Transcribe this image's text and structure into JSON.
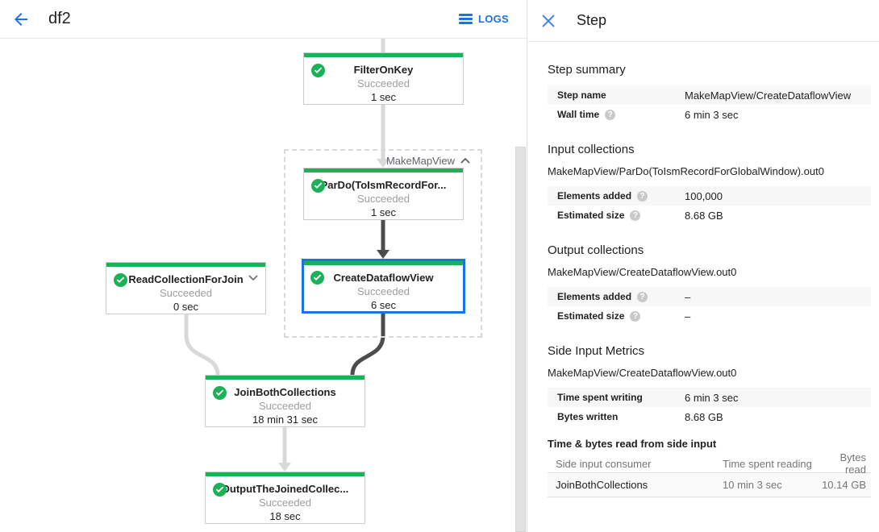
{
  "topbar": {
    "title": "df2",
    "logs_label": "LOGS"
  },
  "panel": {
    "title": "Step",
    "step_summary": {
      "heading": "Step summary",
      "rows": [
        {
          "label": "Step name",
          "value": "MakeMapView/CreateDataflowView"
        },
        {
          "label": "Wall time",
          "value": "6 min 3 sec"
        }
      ]
    },
    "input_collections": {
      "heading": "Input collections",
      "collection": "MakeMapView/ParDo(ToIsmRecordForGlobalWindow).out0",
      "rows": [
        {
          "label": "Elements added",
          "value": "100,000"
        },
        {
          "label": "Estimated size",
          "value": "8.68 GB"
        }
      ]
    },
    "output_collections": {
      "heading": "Output collections",
      "collection": "MakeMapView/CreateDataflowView.out0",
      "rows": [
        {
          "label": "Elements added",
          "value": "–"
        },
        {
          "label": "Estimated size",
          "value": "–"
        }
      ]
    },
    "side_input_metrics": {
      "heading": "Side Input Metrics",
      "collection": "MakeMapView/CreateDataflowView.out0",
      "rows": [
        {
          "label": "Time spent writing",
          "value": "6 min 3 sec"
        },
        {
          "label": "Bytes written",
          "value": "8.68 GB"
        }
      ]
    },
    "side_input_table": {
      "heading": "Time & bytes read from side input",
      "columns": [
        "Side input consumer",
        "Time spent reading",
        "Bytes read"
      ],
      "rows": [
        {
          "consumer": "JoinBothCollections",
          "time": "10 min 3 sec",
          "bytes": "10.14 GB"
        }
      ]
    }
  },
  "graph": {
    "group_label": "MakeMapView",
    "nodes": {
      "filter_on_key": {
        "title": "FilterOnKey",
        "status": "Succeeded",
        "time": "1 sec"
      },
      "pardo": {
        "title": "ParDo(ToIsmRecordFor...",
        "status": "Succeeded",
        "time": "1 sec"
      },
      "create_dataflow_view": {
        "title": "CreateDataflowView",
        "status": "Succeeded",
        "time": "6 sec"
      },
      "read_collection": {
        "title": "ReadCollectionForJoin",
        "status": "Succeeded",
        "time": "0 sec"
      },
      "join_both": {
        "title": "JoinBothCollections",
        "status": "Succeeded",
        "time": "18 min 31 sec"
      },
      "output_joined": {
        "title": "OutputTheJoinedCollec...",
        "status": "Succeeded",
        "time": "18 sec"
      }
    }
  },
  "colors": {
    "accent_blue": "#1a73e8",
    "success_green": "#1bb157",
    "edge_light": "#d9d9d9",
    "edge_dark": "#4c4c4c"
  }
}
